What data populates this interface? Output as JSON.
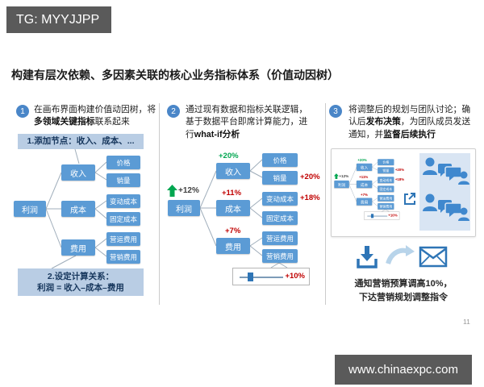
{
  "badge": "TG: MYYJJPP",
  "title": "构建有层次依赖、多因素关联的核心业务指标体系（价值动因树）",
  "page_number": "11",
  "watermark": "www.chinaexpc.com",
  "tree": {
    "root": "利润",
    "branches": [
      "收入",
      "成本",
      "费用"
    ],
    "leaves": [
      "价格",
      "销量",
      "变动成本",
      "固定成本",
      "营运费用",
      "营销费用"
    ]
  },
  "step1": {
    "number": "1",
    "desc_pre": "在画布界面构建价值动因树，将",
    "desc_bold": "多领域关键指标",
    "desc_post": "联系起来",
    "note_add": "1.添加节点：收入、成本、...",
    "note_calc_line1": "2.设定计算关系：",
    "note_calc_line2": "利润 = 收入–成本–费用"
  },
  "step2": {
    "number": "2",
    "desc_pre": "通过现有数据和指标关联逻辑，基于数据平台即席计算能力，进行",
    "desc_bold": "what-if分析",
    "delta_root": "+12%",
    "delta_revenue": "+20%",
    "delta_cost": "+11%",
    "delta_expense": "+7%",
    "delta_sales": "+20%",
    "delta_variable_cost": "+18%",
    "slider_value": "+10%"
  },
  "step3": {
    "number": "3",
    "desc_pre": "将调整后的规划与团队讨论；确认后",
    "desc_bold1": "发布决策",
    "desc_mid": "，为团队成员发送通知，并",
    "desc_bold2": "监督后续执行",
    "caption_line1": "通知营销预算调高10%，",
    "caption_line2": "下达营销规划调整指令"
  },
  "colors": {
    "node_blue": "#5b9bd5",
    "label_box_blue": "#b9cde4",
    "accent_green": "#00a650",
    "accent_red": "#c00000",
    "badge_gray": "#5a5a5a",
    "icon_blue": "#2e75b6",
    "panel_blue": "#d9e5f3"
  }
}
